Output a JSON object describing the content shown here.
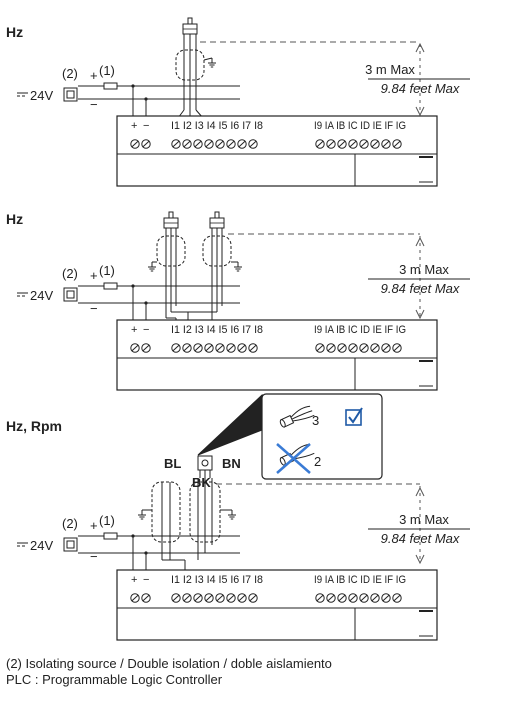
{
  "colors": {
    "line": "#222222",
    "accent": "#1f5aa6",
    "cross": "#3a7bd5",
    "dashed": "#555555"
  },
  "terminal_labels": {
    "plus": "+",
    "minus": "−",
    "inputs_left": "I1 I2 I3 I4 I5 I6 I7 I8",
    "inputs_right": "I9 IA IB IC ID IE IF IG"
  },
  "power": {
    "voltage": "24V",
    "note_ref": "(2)",
    "fuse_ref": "(1)",
    "plus": "+",
    "minus": "−"
  },
  "distance": {
    "metric": "3 m Max",
    "imperial": "9.84 feet Max"
  },
  "sections": [
    {
      "title": "Hz",
      "variant": "single-sensor"
    },
    {
      "title": "Hz",
      "variant": "dual-sensor"
    },
    {
      "title": "Hz, Rpm",
      "variant": "three-wire-sensor",
      "wire_labels": {
        "blue": "BL",
        "black": "BK",
        "brown": "BN"
      },
      "inset": {
        "correct_label": "3",
        "wrong_label": "2",
        "check_icon": "checkbox-check-icon",
        "wrong_icon": "cross-icon"
      }
    }
  ],
  "footer": {
    "note": "(2) Isolating source / Double isolation / doble aislamiento",
    "plc": "PLC : Programmable Logic Controller"
  }
}
